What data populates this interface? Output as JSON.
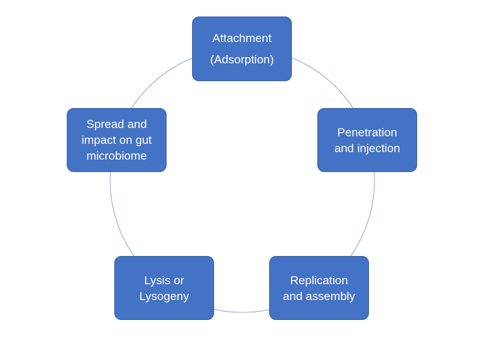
{
  "colors": {
    "box_fill": "#4472c4",
    "box_text": "#ffffff",
    "ring_stroke": "#8ea6cf"
  },
  "steps": [
    {
      "lines": [
        "Attachment",
        "(Adsorption)"
      ]
    },
    {
      "lines": [
        "Penetration",
        "and injection"
      ]
    },
    {
      "lines": [
        "Replication",
        "and assembly"
      ]
    },
    {
      "lines": [
        "Lysis or",
        "Lysogeny"
      ]
    },
    {
      "lines": [
        "Spread and",
        "impact on gut",
        "microbiome"
      ]
    }
  ]
}
